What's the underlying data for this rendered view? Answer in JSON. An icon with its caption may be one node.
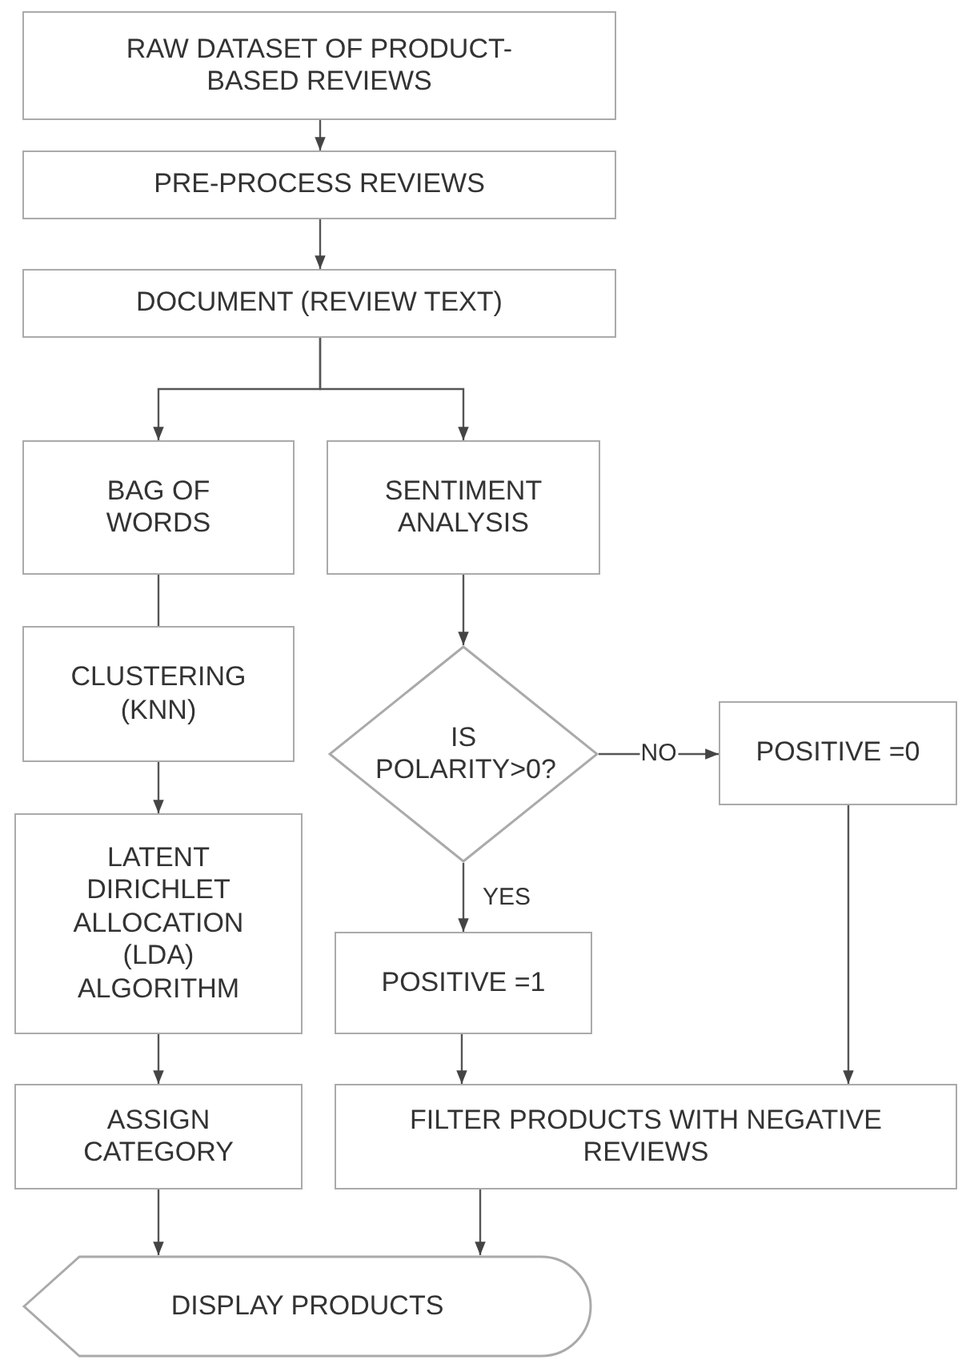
{
  "diagram": {
    "nodes": [
      {
        "text": [
          "RAW DATASET OF PRODUCT-BASED REVIEWS"
        ]
      },
      {
        "text": [
          "PRE-PROCESS REVIEWS"
        ]
      },
      {
        "text": [
          "DOCUMENT (REVIEW TEXT)"
        ]
      },
      {
        "text": [
          "BAG OF WORDS"
        ]
      },
      {
        "text": [
          "SENTIMENT ANALYSIS"
        ]
      },
      {
        "text": [
          "CLUSTERING (KNN)"
        ]
      },
      {
        "text": [
          "IS POLARITY>0?"
        ]
      },
      {
        "text": [
          "POSITIVE =0"
        ]
      },
      {
        "text": [
          "LATENT DIRICHLET ALLOCATION (LDA) ALGORITHM"
        ]
      },
      {
        "text": [
          "POSITIVE =1"
        ]
      },
      {
        "text": [
          "ASSIGN CATEGORY"
        ]
      },
      {
        "text": [
          "FILTER PRODUCTS WITH NEGATIVE REVIEWS"
        ]
      },
      {
        "text": [
          "DISPLAY PRODUCTS"
        ]
      }
    ],
    "edges": [
      {
        "from": 0,
        "to": 1,
        "arrow": "to"
      },
      {
        "from": 1,
        "to": 2,
        "arrow": "to"
      },
      {
        "from": 2,
        "to": 3,
        "arrow": "to"
      },
      {
        "from": 2,
        "to": 4,
        "arrow": "to"
      },
      {
        "from": 3,
        "to": 5,
        "arrow": "none"
      },
      {
        "from": 4,
        "to": 6,
        "arrow": "to"
      },
      {
        "from": 6,
        "to": 7,
        "arrow": "to",
        "label": "NO"
      },
      {
        "from": 6,
        "to": 9,
        "arrow": "to",
        "label": "YES"
      },
      {
        "from": 5,
        "to": 8,
        "arrow": "to"
      },
      {
        "from": 7,
        "to": 11,
        "arrow": "to"
      },
      {
        "from": 9,
        "to": 11,
        "arrow": "to"
      },
      {
        "from": 8,
        "to": 10,
        "arrow": "to"
      },
      {
        "from": 10,
        "to": 12,
        "arrow": "to"
      },
      {
        "from": 11,
        "to": 12,
        "arrow": "to"
      }
    ]
  }
}
